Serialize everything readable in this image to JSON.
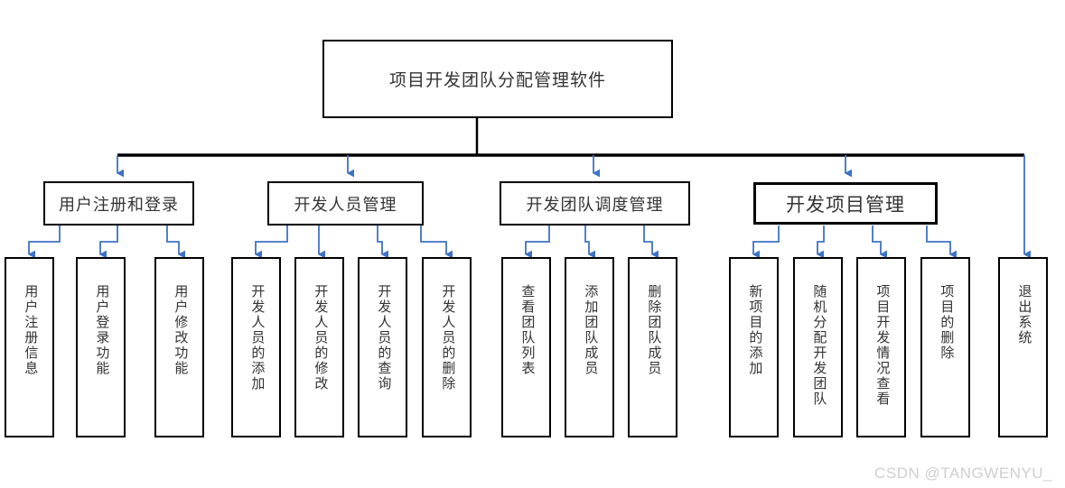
{
  "diagram": {
    "title_text": "项目开发团队分配管理软件",
    "accent_color": "#3f72c4",
    "line_color": "#000000",
    "text_color": "#333333",
    "background": "#ffffff"
  },
  "root": {
    "label": "项目开发团队分配管理软件"
  },
  "level2": [
    {
      "label": "用户注册和登录"
    },
    {
      "label": "开发人员管理"
    },
    {
      "label": "开发团队调度管理"
    },
    {
      "label": "开发项目管理"
    }
  ],
  "leaves": [
    {
      "label": "用户注册信息"
    },
    {
      "label": "用户登录功能"
    },
    {
      "label": "用户修改功能"
    },
    {
      "label": "开发人员的添加"
    },
    {
      "label": "开发人员的修改"
    },
    {
      "label": "开发人员的查询"
    },
    {
      "label": "开发人员的删除"
    },
    {
      "label": "查看团队列表"
    },
    {
      "label": "添加团队成员"
    },
    {
      "label": "删除团队成员"
    },
    {
      "label": "新项目的添加"
    },
    {
      "label": "随机分配开发团队"
    },
    {
      "label": "项目开发情况查看"
    },
    {
      "label": "项目的删除"
    },
    {
      "label": "退出系统"
    }
  ],
  "watermark": {
    "text": "CSDN @TANGWENYU_"
  }
}
